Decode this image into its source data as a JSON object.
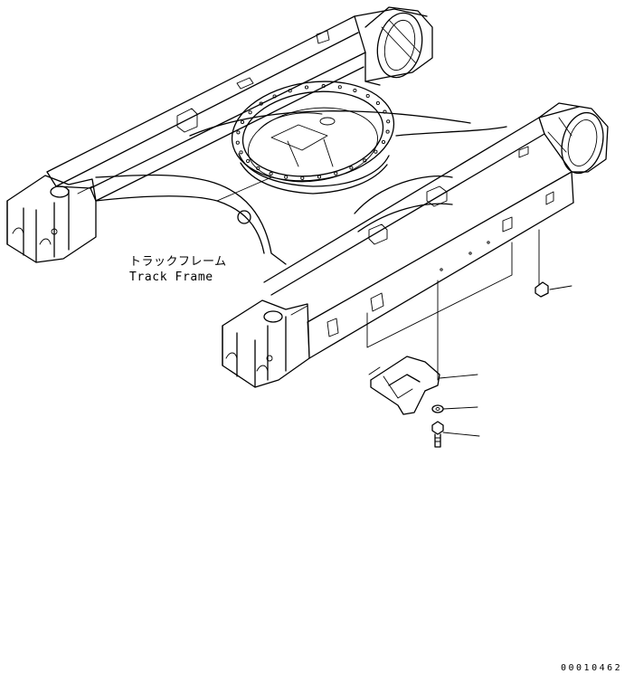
{
  "title_jp": "トラックフレーム",
  "title_en": "Track Frame",
  "drawing_number": "00010462",
  "colors": {
    "ink": "#000000",
    "paper": "#ffffff"
  },
  "parts": [
    {
      "id": "plug",
      "icon": "plug-icon"
    },
    {
      "id": "guard-bracket",
      "icon": "bracket-icon"
    },
    {
      "id": "washer",
      "icon": "washer-icon"
    },
    {
      "id": "bolt",
      "icon": "bolt-icon"
    }
  ]
}
